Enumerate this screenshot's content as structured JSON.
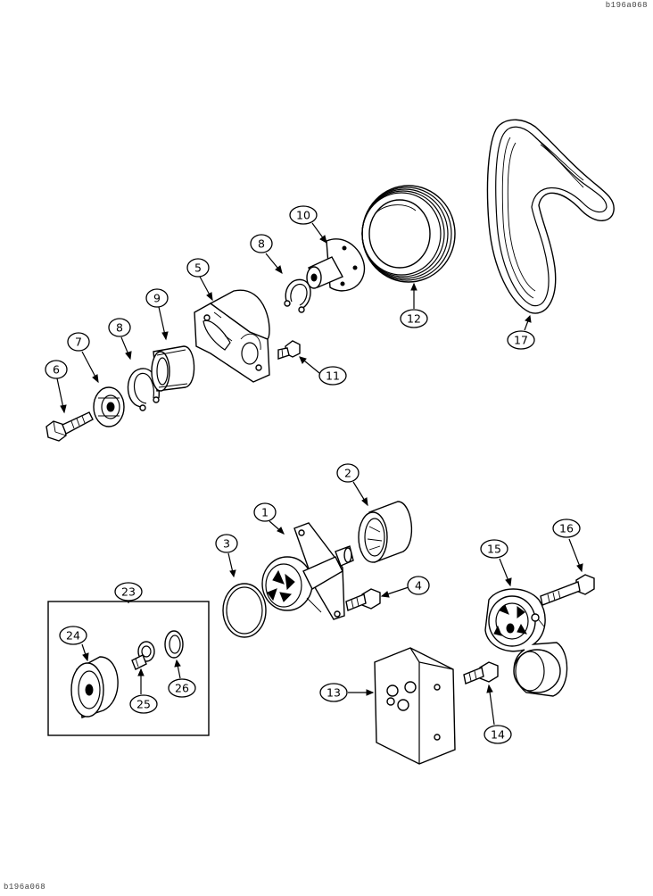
{
  "drawing_refs": {
    "top": "b196a068",
    "bottom": "b196a068"
  },
  "callouts": [
    {
      "id": "c1",
      "label": "1"
    },
    {
      "id": "c2",
      "label": "2"
    },
    {
      "id": "c3",
      "label": "3"
    },
    {
      "id": "c4",
      "label": "4"
    },
    {
      "id": "c5",
      "label": "5"
    },
    {
      "id": "c6",
      "label": "6"
    },
    {
      "id": "c7",
      "label": "7"
    },
    {
      "id": "c8a",
      "label": "8"
    },
    {
      "id": "c8b",
      "label": "8"
    },
    {
      "id": "c9",
      "label": "9"
    },
    {
      "id": "c10",
      "label": "10"
    },
    {
      "id": "c11",
      "label": "11"
    },
    {
      "id": "c12",
      "label": "12"
    },
    {
      "id": "c13",
      "label": "13"
    },
    {
      "id": "c14",
      "label": "14"
    },
    {
      "id": "c15",
      "label": "15"
    },
    {
      "id": "c16",
      "label": "16"
    },
    {
      "id": "c17",
      "label": "17"
    },
    {
      "id": "c23",
      "label": "23"
    },
    {
      "id": "c24",
      "label": "24"
    },
    {
      "id": "c25",
      "label": "25"
    },
    {
      "id": "c26",
      "label": "26"
    }
  ]
}
